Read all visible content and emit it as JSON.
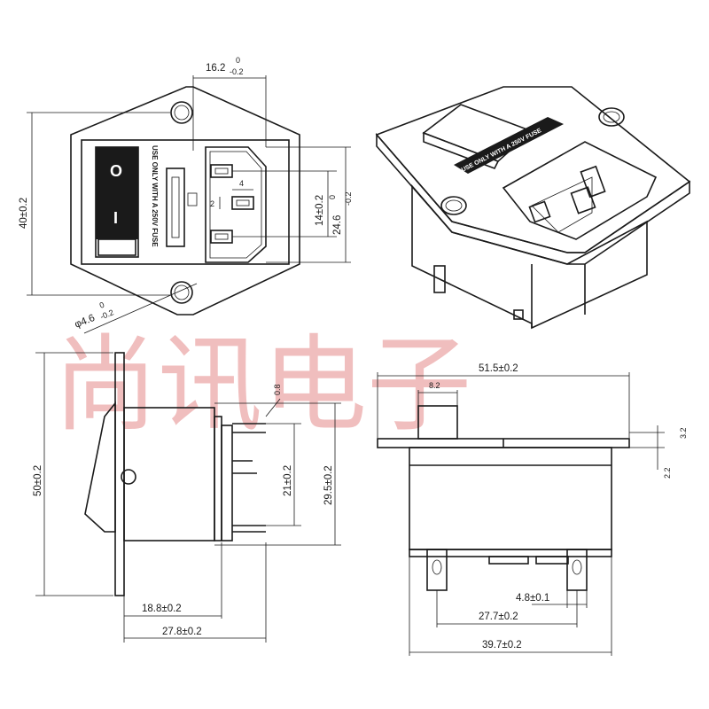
{
  "watermark": "尚讯电子",
  "front_view": {
    "switch_on_symbol": "O",
    "switch_off_symbol": "I",
    "fuse_label": "USE ONLY WITH A 250V FUSE",
    "dims": {
      "width_top": "16.2",
      "width_top_tol_up": "0",
      "width_top_tol_low": "-0.2",
      "height": "40±0.2",
      "pin_pitch": "14±0.2",
      "socket_height": "24.6",
      "socket_height_tol_up": "0",
      "socket_height_tol_low": "-0.2",
      "pin_w": "4",
      "pin_h": "2",
      "hole": "φ4.6",
      "hole_tol_up": "0",
      "hole_tol_low": "-0.2"
    }
  },
  "iso_view": {
    "fuse_label": "USE ONLY WITH A 250V FUSE"
  },
  "side_view": {
    "dims": {
      "total_height": "50±0.2",
      "thickness": "0.8",
      "pin_span": "21±0.2",
      "body_height": "29.5±0.2",
      "depth1": "18.8±0.2",
      "depth2": "27.8±0.2"
    }
  },
  "bottom_view": {
    "dims": {
      "flange_width": "51.5±0.2",
      "switch_width": "8.2",
      "flange_thick": "3.2",
      "flange_step": "2.2",
      "tab_width": "4.8±0.1",
      "tab_spacing": "27.7±0.2",
      "body_width": "39.7±0.2"
    }
  }
}
